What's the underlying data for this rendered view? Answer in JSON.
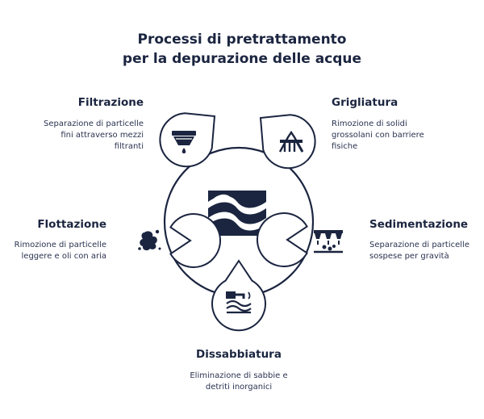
{
  "title": {
    "line1": "Processi di pretrattamento",
    "line2": "per la depurazione delle acque"
  },
  "colors": {
    "ink": "#1b2540",
    "outline": "#1b2540",
    "background": "#ffffff"
  },
  "center_icon": "water-waves-logo-icon",
  "steps": [
    {
      "id": "filtrazione",
      "title": "Filtrazione",
      "desc": [
        "Separazione di particelle",
        "fini attraverso mezzi",
        "filtranti"
      ],
      "icon": "filter-drop-icon"
    },
    {
      "id": "grigliatura",
      "title": "Grigliatura",
      "desc": [
        "Rimozione di solidi",
        "grossolani con barriere",
        "fisiche"
      ],
      "icon": "bar-screen-icon"
    },
    {
      "id": "sedimentazione",
      "title": "Sedimentazione",
      "desc": [
        "Separazione di particelle",
        "sospese per gravità"
      ],
      "icon": "settling-tanks-icon"
    },
    {
      "id": "dissabbiatura",
      "title": "Dissabbiatura",
      "desc": [
        "Eliminazione di sabbie e",
        "detriti inorganici"
      ],
      "icon": "grit-removal-icon"
    },
    {
      "id": "flottazione",
      "title": "Flottazione",
      "desc": [
        "Rimozione di particelle",
        "leggere e oli con aria"
      ],
      "icon": "oil-splash-icon"
    }
  ]
}
